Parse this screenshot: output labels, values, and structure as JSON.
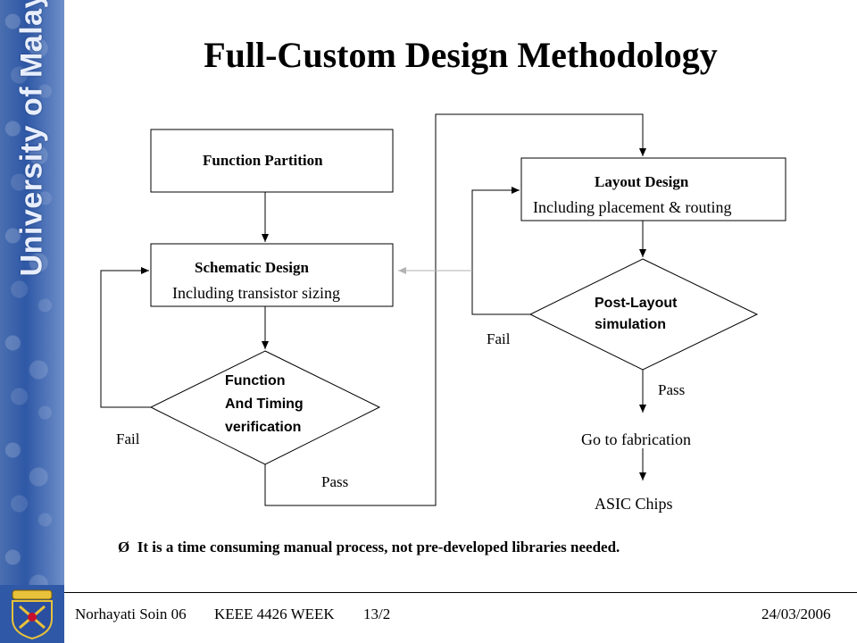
{
  "slide": {
    "title": "Full-Custom Design Methodology",
    "sidebar_text": "University of Malaya",
    "note_bullet": "Ø",
    "note": "It is a time consuming manual process, not pre-developed libraries needed.",
    "footer_left": "Norhayati Soin 06",
    "footer_mid": "KEEE 4426 WEEK",
    "footer_page": "13/2",
    "footer_date": "24/03/2006"
  },
  "flow": {
    "partition": "Function Partition",
    "schematic_title": "Schematic Design",
    "schematic_sub": "Including transistor sizing",
    "verif_line1": "Function",
    "verif_line2": "And Timing",
    "verif_line3": "verification",
    "fail_left": "Fail",
    "pass_left": "Pass",
    "layout_title": "Layout Design",
    "layout_sub": "Including placement & routing",
    "post_line1": "Post-Layout",
    "post_line2": "simulation",
    "fail_right": "Fail",
    "pass_right": "Pass",
    "fab": "Go to fabrication",
    "asic": "ASIC Chips"
  },
  "colors": {
    "sidebar": "#2f58a6",
    "line": "#000000",
    "dashed_arrow": "#b3b3b3"
  }
}
